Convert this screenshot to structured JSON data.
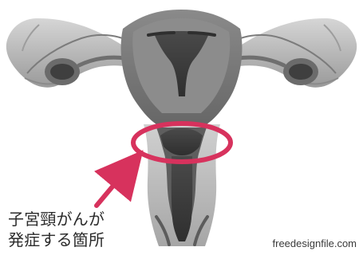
{
  "annotation": {
    "label_line_1": "子宮頸がんが",
    "label_line_2": "発症する箇所"
  },
  "watermark": "freedesignfile.com",
  "colors": {
    "highlight": "#D7325D",
    "tissue_light": "#B8B8B8",
    "tissue_mid": "#7A7A7A",
    "tissue_dark": "#3E3E3E",
    "text": "#2B2B2B"
  },
  "icons": {
    "pointer": "arrow-icon"
  }
}
